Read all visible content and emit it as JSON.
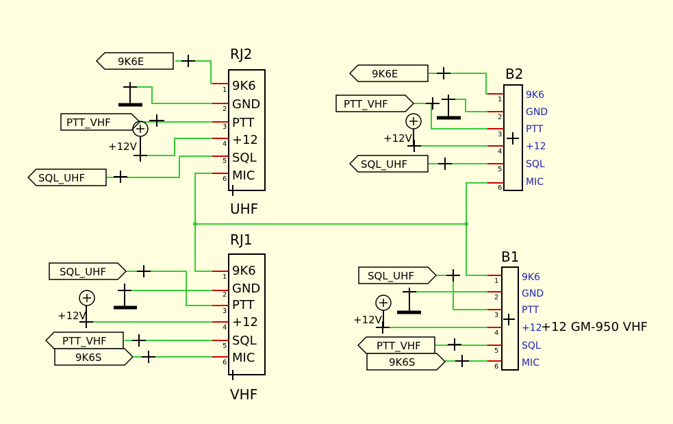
{
  "colors": {
    "background": "#ffffe0",
    "wire": "#33cc33",
    "pin_stub": "#cc0000",
    "outline": "#000000",
    "blue_text": "#1f1fb0"
  },
  "connectors": {
    "rj2": {
      "ref": "RJ2",
      "value": "UHF",
      "pins": [
        {
          "num": "1",
          "name": "9K6"
        },
        {
          "num": "2",
          "name": "GND"
        },
        {
          "num": "3",
          "name": "PTT"
        },
        {
          "num": "4",
          "name": "+12"
        },
        {
          "num": "5",
          "name": "SQL"
        },
        {
          "num": "6",
          "name": "MIC"
        }
      ]
    },
    "rj1": {
      "ref": "RJ1",
      "value": "VHF",
      "pins": [
        {
          "num": "1",
          "name": "9K6"
        },
        {
          "num": "2",
          "name": "GND"
        },
        {
          "num": "3",
          "name": "PTT"
        },
        {
          "num": "4",
          "name": "+12"
        },
        {
          "num": "5",
          "name": "SQL"
        },
        {
          "num": "6",
          "name": "MIC"
        }
      ]
    },
    "b2": {
      "ref": "B2",
      "pins": [
        {
          "num": "1",
          "name": "9K6"
        },
        {
          "num": "2",
          "name": "GND"
        },
        {
          "num": "3",
          "name": "PTT"
        },
        {
          "num": "4",
          "name": "+12"
        },
        {
          "num": "5",
          "name": "SQL"
        },
        {
          "num": "6",
          "name": "MIC"
        }
      ]
    },
    "b1": {
      "ref": "B1",
      "pins": [
        {
          "num": "1",
          "name": "9K6"
        },
        {
          "num": "2",
          "name": "GND"
        },
        {
          "num": "3",
          "name": "PTT"
        },
        {
          "num": "4",
          "name": "+12"
        },
        {
          "num": "5",
          "name": "SQL"
        },
        {
          "num": "6",
          "name": "MIC"
        }
      ],
      "extra_label": "+12 GM-950 VHF"
    }
  },
  "net_labels": {
    "rj2_9k6e": "9K6E",
    "rj2_ptt_vhf": "PTT_VHF",
    "rj2_sql_uhf": "SQL_UHF",
    "rj1_sql_uhf": "SQL_UHF",
    "rj1_ptt_vhf": "PTT_VHF",
    "rj1_9k6s": "9K6S",
    "b2_9k6e": "9K6E",
    "b2_ptt_vhf": "PTT_VHF",
    "b2_sql_uhf": "SQL_UHF",
    "b1_sql_uhf": "SQL_UHF",
    "b1_ptt_vhf": "PTT_VHF",
    "b1_9k6s": "9K6S"
  },
  "power": {
    "rj2": "+12V",
    "rj1": "+12V",
    "b2": "+12V",
    "b1": "+12V"
  }
}
